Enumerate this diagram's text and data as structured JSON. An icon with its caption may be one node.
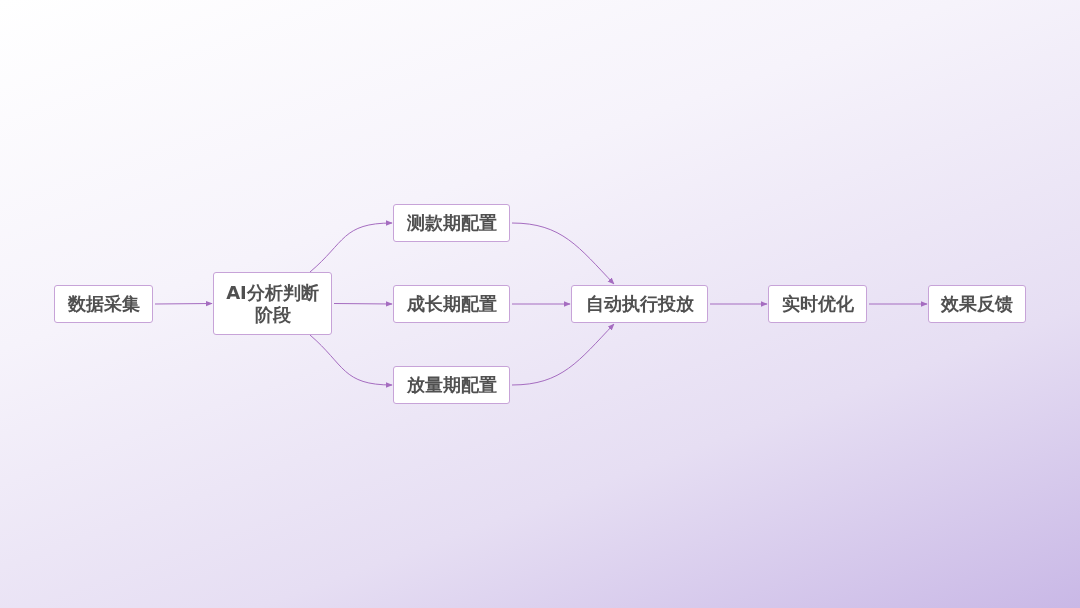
{
  "diagram": {
    "nodes": [
      {
        "text": [
          "数据采集"
        ]
      },
      {
        "text": [
          "AI分析判断阶段"
        ]
      },
      {
        "text": [
          "测款期配置"
        ]
      },
      {
        "text": [
          "成长期配置"
        ]
      },
      {
        "text": [
          "放量期配置"
        ]
      },
      {
        "text": [
          "自动执行投放"
        ]
      },
      {
        "text": [
          "实时优化"
        ]
      },
      {
        "text": [
          "效果反馈"
        ]
      }
    ],
    "edges": [
      {
        "from": 0,
        "to": 1,
        "arrow": "to"
      },
      {
        "from": 1,
        "to": 2,
        "arrow": "to"
      },
      {
        "from": 1,
        "to": 3,
        "arrow": "to"
      },
      {
        "from": 1,
        "to": 4,
        "arrow": "to"
      },
      {
        "from": 2,
        "to": 5,
        "arrow": "to"
      },
      {
        "from": 3,
        "to": 5,
        "arrow": "to"
      },
      {
        "from": 4,
        "to": 5,
        "arrow": "to"
      },
      {
        "from": 5,
        "to": 6,
        "arrow": "to"
      },
      {
        "from": 6,
        "to": 7,
        "arrow": "to"
      }
    ]
  }
}
